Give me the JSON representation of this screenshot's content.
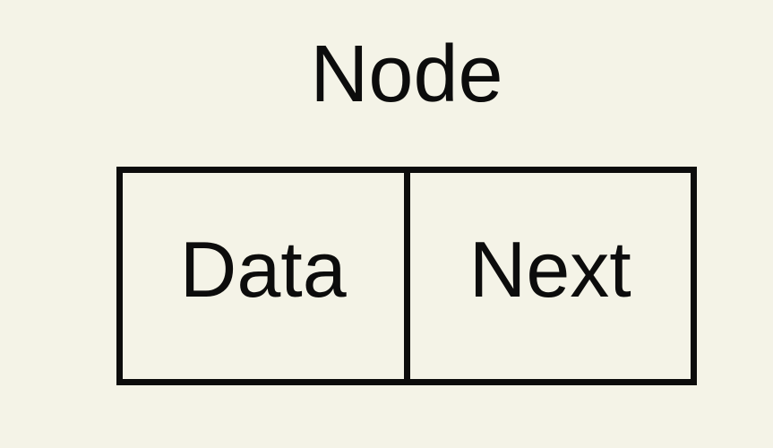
{
  "diagram": {
    "title": "Node",
    "node": {
      "fields": [
        {
          "label": "Data"
        },
        {
          "label": "Next"
        }
      ]
    },
    "colors": {
      "background": "#F4F3E7",
      "stroke": "#0C0C0C",
      "text": "#0C0C0C"
    }
  }
}
